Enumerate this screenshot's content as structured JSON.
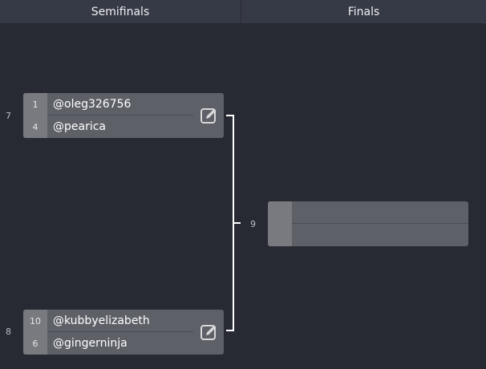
{
  "header": {
    "semifinals": "Semifinals",
    "finals": "Finals"
  },
  "matches": [
    {
      "number": "7",
      "top": {
        "seed": "1",
        "name": "@oleg326756"
      },
      "bottom": {
        "seed": "4",
        "name": "@pearica"
      }
    },
    {
      "number": "8",
      "top": {
        "seed": "10",
        "name": "@kubbyelizabeth"
      },
      "bottom": {
        "seed": "6",
        "name": "@gingerninja"
      }
    },
    {
      "number": "9",
      "top": {
        "seed": "",
        "name": ""
      },
      "bottom": {
        "seed": "",
        "name": ""
      }
    }
  ],
  "icons": {
    "edit": "edit-pencil-icon"
  },
  "colors": {
    "background": "#272a33",
    "header": "#363946",
    "match": "#5e6068",
    "seed": "#787a80",
    "connector": "#ffffff"
  }
}
